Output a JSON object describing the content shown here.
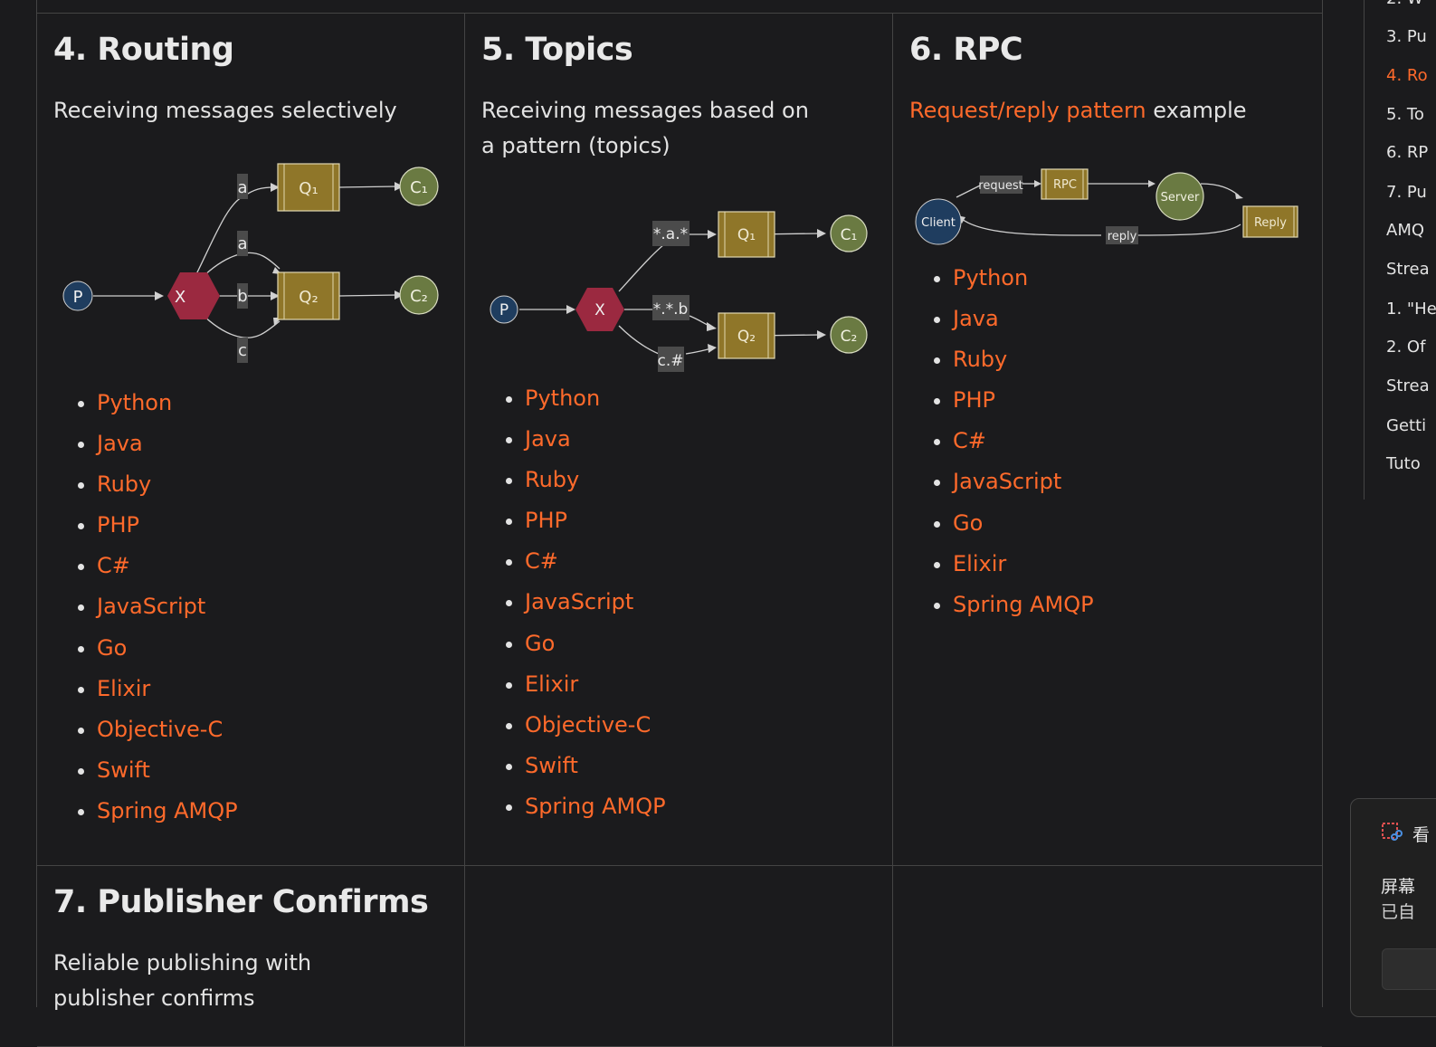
{
  "sections": [
    {
      "title": "4. Routing",
      "description": "Receiving messages selectively",
      "languages": [
        "Python",
        "Java",
        "Ruby",
        "PHP",
        "C#",
        "JavaScript",
        "Go",
        "Elixir",
        "Objective-C",
        "Swift",
        "Spring AMQP"
      ],
      "diagram": {
        "producer": "P",
        "exchange": "X",
        "queue1": "Q₁",
        "queue2": "Q₂",
        "consumer1": "C₁",
        "consumer2": "C₂",
        "binding_q1": "a",
        "binding_q2_a": "a",
        "binding_q2_b": "b",
        "binding_q2_c": "c"
      }
    },
    {
      "title": "5. Topics",
      "description": "Receiving messages based on a pattern (topics)",
      "languages": [
        "Python",
        "Java",
        "Ruby",
        "PHP",
        "C#",
        "JavaScript",
        "Go",
        "Elixir",
        "Objective-C",
        "Swift",
        "Spring AMQP"
      ],
      "diagram": {
        "producer": "P",
        "exchange": "X",
        "queue1": "Q₁",
        "queue2": "Q₂",
        "consumer1": "C₁",
        "consumer2": "C₂",
        "binding_1": "*.a.*",
        "binding_2": "*.*.b",
        "binding_3": "c.#"
      }
    },
    {
      "title": "6. RPC",
      "description_link": "Request/reply pattern",
      "description_rest": " example",
      "languages": [
        "Python",
        "Java",
        "Ruby",
        "PHP",
        "C#",
        "JavaScript",
        "Go",
        "Elixir",
        "Spring AMQP"
      ],
      "diagram": {
        "client": "Client",
        "server": "Server",
        "rpc_queue": "RPC",
        "reply_queue": "Reply",
        "request_label": "request",
        "reply_label": "reply"
      }
    },
    {
      "title": "7. Publisher Confirms",
      "description": "Reliable publishing with publisher confirms"
    }
  ],
  "toc": {
    "items": [
      {
        "label": "2. W",
        "active": false
      },
      {
        "label": "3. Pu",
        "active": false
      },
      {
        "label": "4. Ro",
        "active": true
      },
      {
        "label": "5. To",
        "active": false
      },
      {
        "label": "6. RP",
        "active": false
      },
      {
        "label": "7. Pu",
        "active": false
      },
      {
        "label": "AMQ",
        "active": false
      },
      {
        "label": "Strea",
        "active": false
      },
      {
        "label": "1. \"He",
        "active": false
      },
      {
        "label": "2. Of",
        "active": false
      },
      {
        "label": "Strea",
        "active": false
      },
      {
        "label": "Getti",
        "active": false
      },
      {
        "label": "Tuto",
        "active": false
      }
    ]
  },
  "toast": {
    "title_fragment": "看",
    "line1": "屏幕",
    "line2": "已自"
  },
  "colors": {
    "background": "#1b1b1d",
    "link": "#ff6a2b",
    "producer": "#1f3d5f",
    "exchange": "#9b2940",
    "queue": "#8f7629",
    "consumer": "#6a7a42"
  }
}
